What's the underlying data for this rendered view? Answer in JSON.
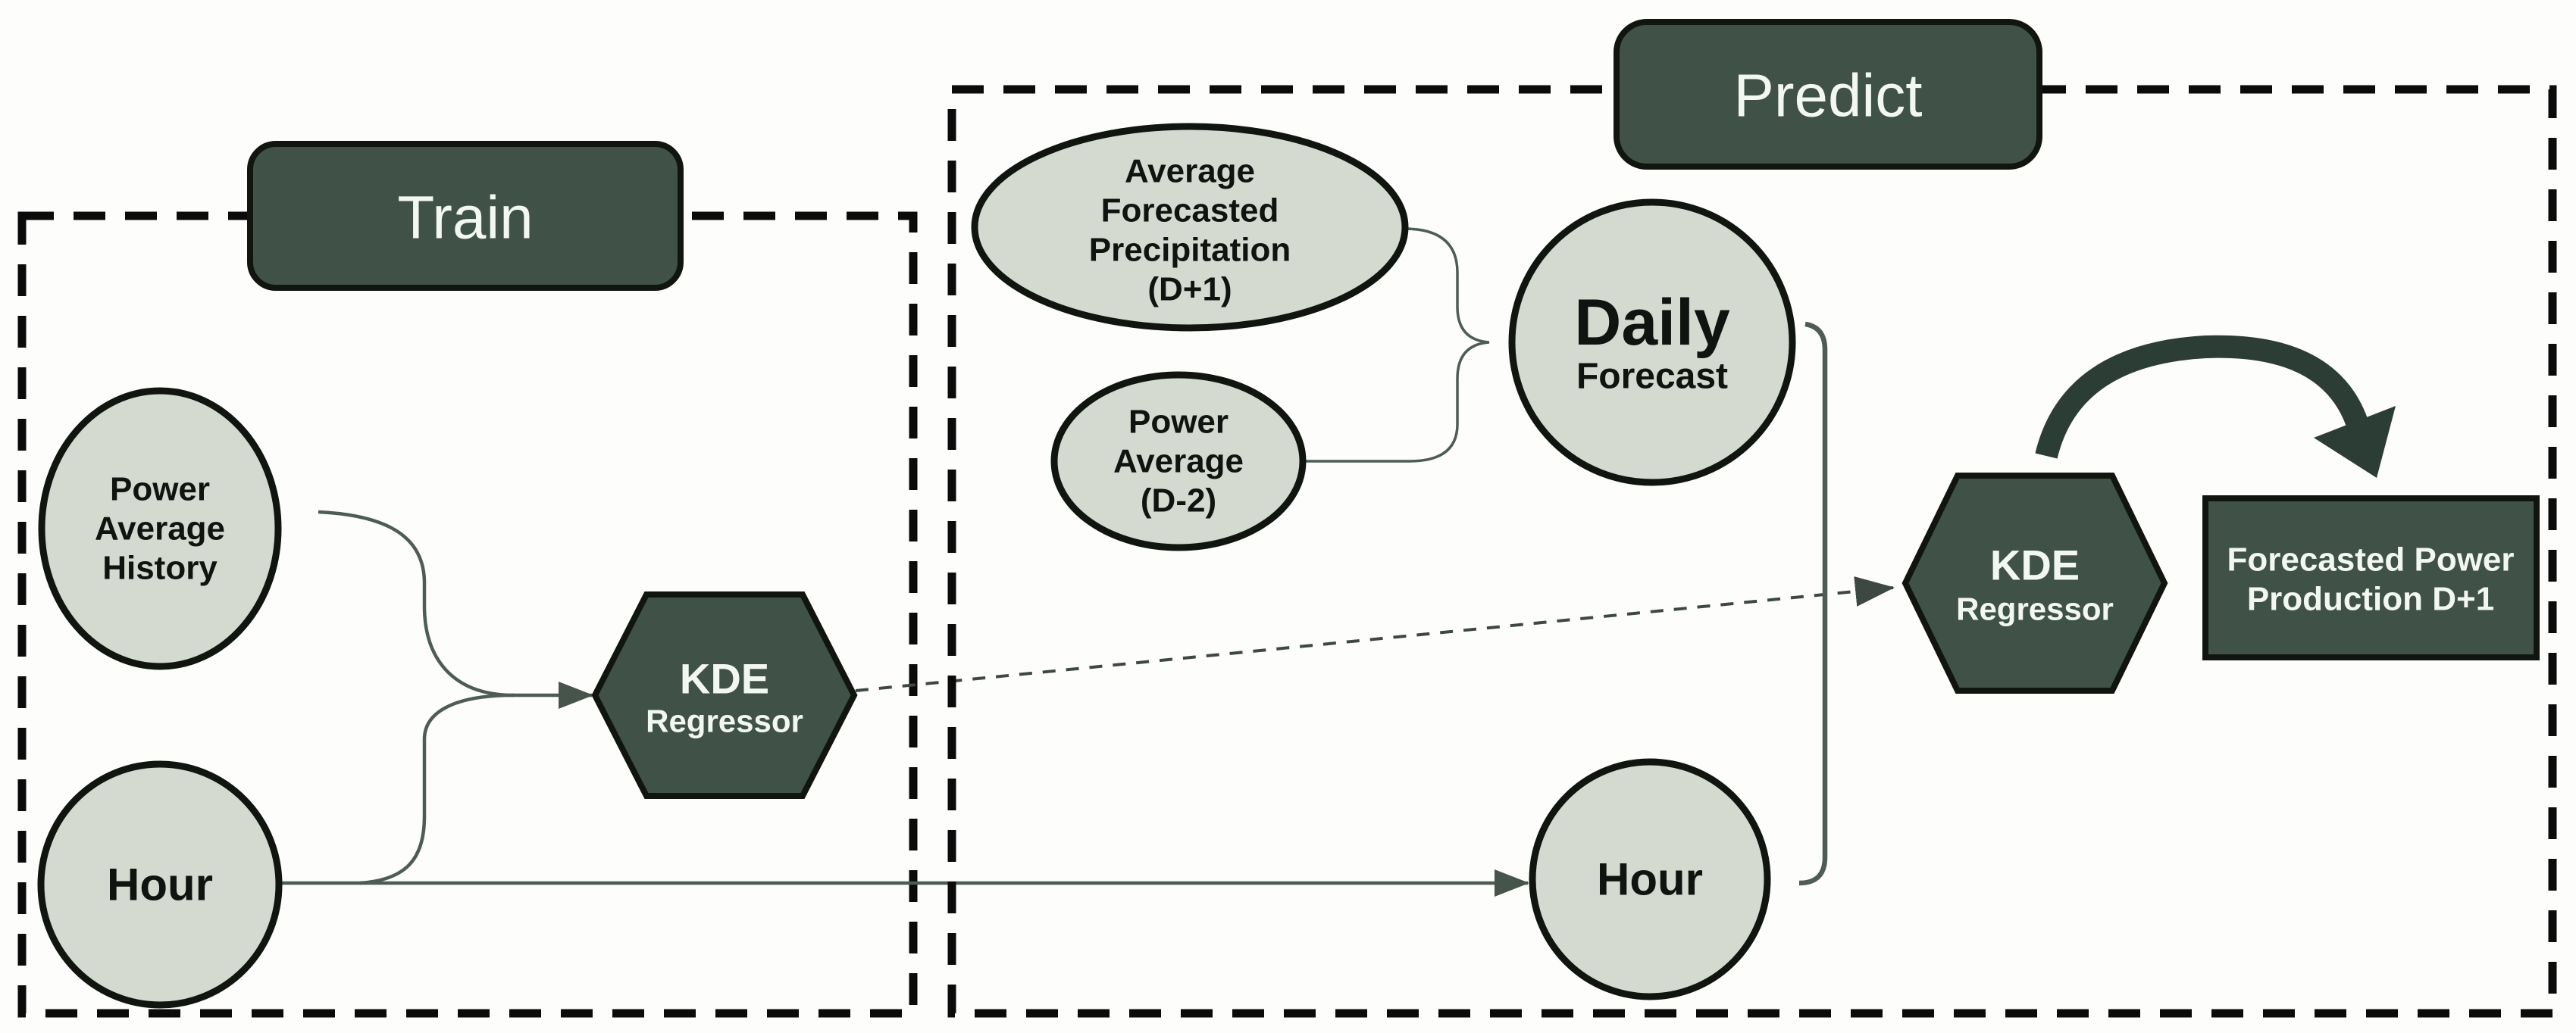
{
  "colors": {
    "background": "#fdfdfc",
    "dark_fill": "#405248",
    "light_fill": "#d4dad0",
    "shape_outline": "#10150f",
    "section_dash": "#0b0b0b",
    "line": "#4d5c54",
    "line_dark": "#3d4842",
    "arc": "#2c3d35",
    "text_dark": "#101410",
    "text_light": "#f2f7f3"
  },
  "train": {
    "label": "Train",
    "power_history": {
      "line1": "Power",
      "line2": "Average",
      "line3": "History"
    },
    "hour": "Hour",
    "kde": {
      "line1": "KDE",
      "line2": "Regressor"
    }
  },
  "predict": {
    "label": "Predict",
    "precipitation": {
      "line1": "Average",
      "line2": "Forecasted",
      "line3": "Precipitation",
      "line4": "(D+1)"
    },
    "power_average": {
      "line1": "Power",
      "line2": "Average",
      "line3": "(D-2)"
    },
    "daily_forecast": {
      "line1": "Daily",
      "line2": "Forecast"
    },
    "hour": "Hour",
    "kde": {
      "line1": "KDE",
      "line2": "Regressor"
    },
    "output": {
      "line1": "Forecasted Power",
      "line2": "Production D+1"
    }
  }
}
